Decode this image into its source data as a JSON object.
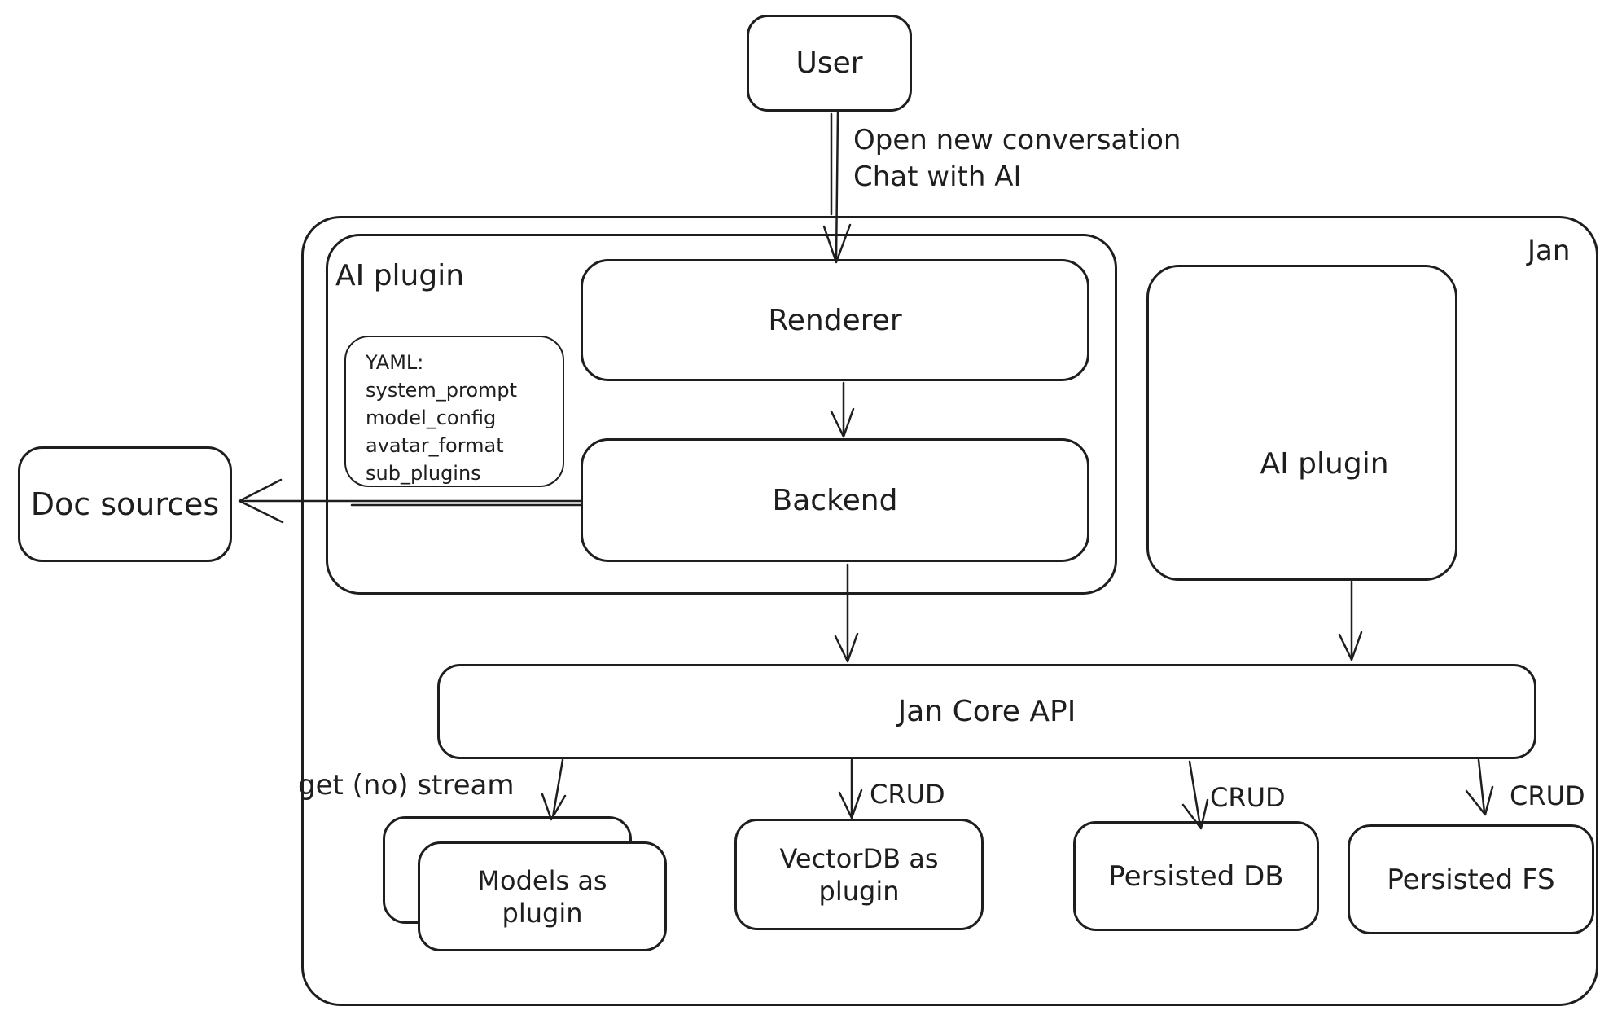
{
  "diagram": {
    "outer": {
      "label": "Jan"
    },
    "nodes": {
      "user": {
        "label": "User"
      },
      "ai_plugin_container": {
        "label": "AI plugin"
      },
      "yaml_note": {
        "lines": [
          "YAML:",
          "system_prompt",
          "model_config",
          "avatar_format",
          "sub_plugins"
        ]
      },
      "renderer": {
        "label": "Renderer"
      },
      "backend": {
        "label": "Backend"
      },
      "ai_plugin_right": {
        "label": "AI plugin"
      },
      "doc_sources": {
        "label": "Doc sources"
      },
      "jan_core_api": {
        "label": "Jan Core API"
      },
      "models_plugin": {
        "label": "Models as plugin"
      },
      "vectordb_plugin": {
        "label": "VectorDB as plugin"
      },
      "persisted_db": {
        "label": "Persisted DB"
      },
      "persisted_fs": {
        "label": "Persisted FS"
      }
    },
    "edges": {
      "user_to_renderer": {
        "label_line1": "Open new conversation",
        "label_line2": "Chat with AI"
      },
      "core_to_models": {
        "label": "get (no) stream"
      },
      "core_to_vectordb": {
        "label": "CRUD"
      },
      "core_to_persisted_db": {
        "label": "CRUD"
      },
      "core_to_persisted_fs": {
        "label": "CRUD"
      }
    },
    "colors": {
      "stroke": "#1e1e1e",
      "background": "#ffffff"
    }
  }
}
